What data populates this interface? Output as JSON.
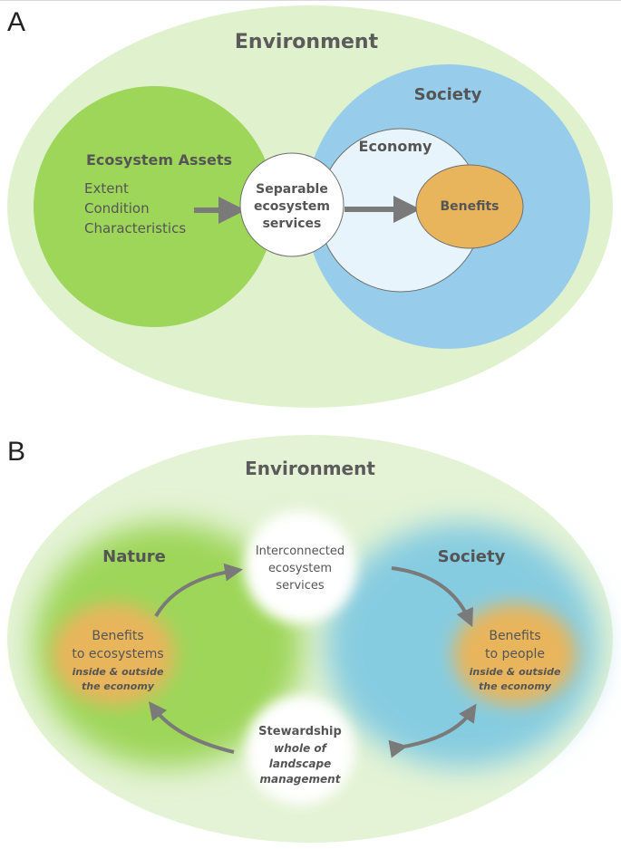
{
  "panel_a": {
    "letter": "A",
    "environment": "Environment",
    "society": "Society",
    "economy": "Economy",
    "ecosystem_assets": "Ecosystem Assets",
    "asset_items": [
      "Extent",
      "Condition",
      "Characteristics"
    ],
    "services_lines": [
      "Separable",
      "ecosystem",
      "services"
    ],
    "benefits": "Benefits"
  },
  "panel_b": {
    "letter": "B",
    "environment": "Environment",
    "nature": "Nature",
    "society": "Society",
    "services_lines": [
      "Interconnected",
      "ecosystem",
      "services"
    ],
    "benefits_ecosystems_lines": [
      "Benefits",
      "to ecosystems"
    ],
    "benefits_ecosystems_sub": [
      "inside & outside",
      "the economy"
    ],
    "benefits_people_lines": [
      "Benefits",
      "to people"
    ],
    "benefits_people_sub": [
      "inside & outside",
      "the economy"
    ],
    "stewardship": "Stewardship",
    "stewardship_sub": [
      "whole of",
      "landscape",
      "management"
    ]
  },
  "colors": {
    "environment_fill": "#dff2cd",
    "nature_green": "#9ed65a",
    "society_blue": "#97cdea",
    "economy_fill": "#e8f4fb",
    "benefits_orange": "#e8b55c",
    "arrow_gray": "#7a7a7a"
  }
}
